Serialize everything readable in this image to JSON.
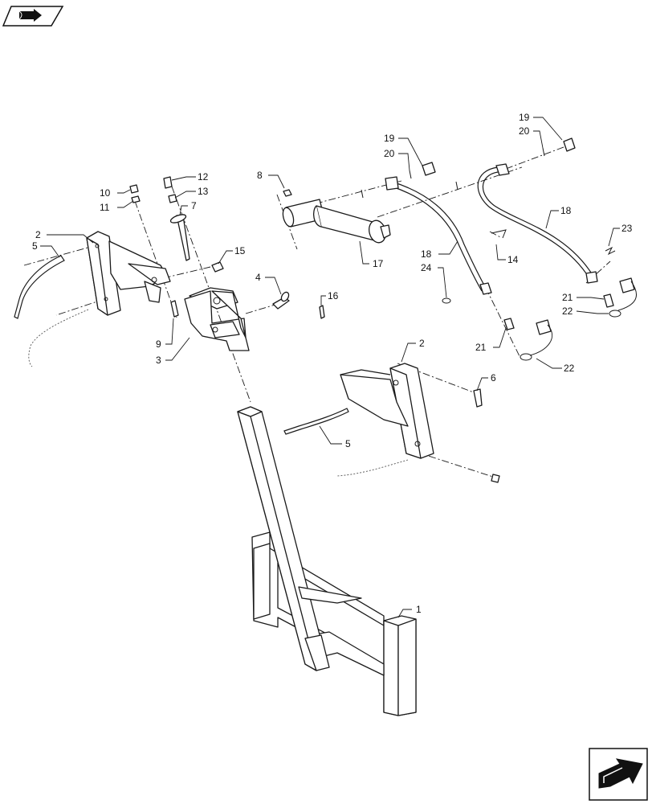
{
  "callouts": {
    "c1": "1",
    "c2a": "2",
    "c2b": "2",
    "c3": "3",
    "c4": "4",
    "c5a": "5",
    "c5b": "5",
    "c6": "6",
    "c7": "7",
    "c8": "8",
    "c9": "9",
    "c10": "10",
    "c11": "11",
    "c12": "12",
    "c13": "13",
    "c14": "14",
    "c15": "15",
    "c16": "16",
    "c17": "17",
    "c18a": "18",
    "c18b": "18",
    "c19a": "19",
    "c19b": "19",
    "c20a": "20",
    "c20b": "20",
    "c21a": "21",
    "c21b": "21",
    "c22a": "22",
    "c22b": "22",
    "c23": "23",
    "c24": "24"
  },
  "icons": {
    "top_left": "book-arrow-icon",
    "bottom_right": "next-page-arrow-icon"
  }
}
